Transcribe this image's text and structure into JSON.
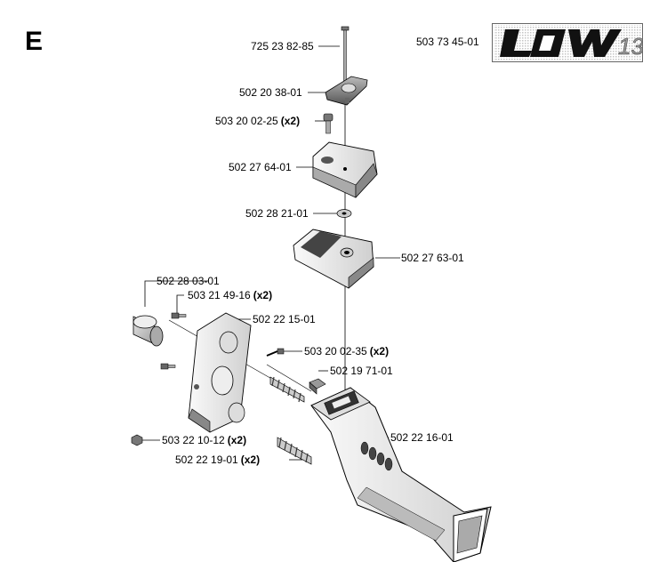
{
  "section": "E",
  "logo_part": "503 73 45-01",
  "logo_text": "LOW 13",
  "parts": [
    {
      "number": "725 23 82-85",
      "qty": ""
    },
    {
      "number": "502 20 38-01",
      "qty": ""
    },
    {
      "number": "503 20 02-25",
      "qty": "(x2)"
    },
    {
      "number": "502 27 64-01",
      "qty": ""
    },
    {
      "number": "502 28 21-01",
      "qty": ""
    },
    {
      "number": "502 27 63-01",
      "qty": ""
    },
    {
      "number": "502 28 03-01",
      "qty": ""
    },
    {
      "number": "503 21 49-16",
      "qty": "(x2)"
    },
    {
      "number": "502 22 15-01",
      "qty": ""
    },
    {
      "number": "503 20 02-35",
      "qty": "(x2)"
    },
    {
      "number": "502 19 71-01",
      "qty": ""
    },
    {
      "number": "502 22 16-01",
      "qty": ""
    },
    {
      "number": "503 22 10-12",
      "qty": "(x2)"
    },
    {
      "number": "502 22 19-01",
      "qty": "(x2)"
    }
  ]
}
